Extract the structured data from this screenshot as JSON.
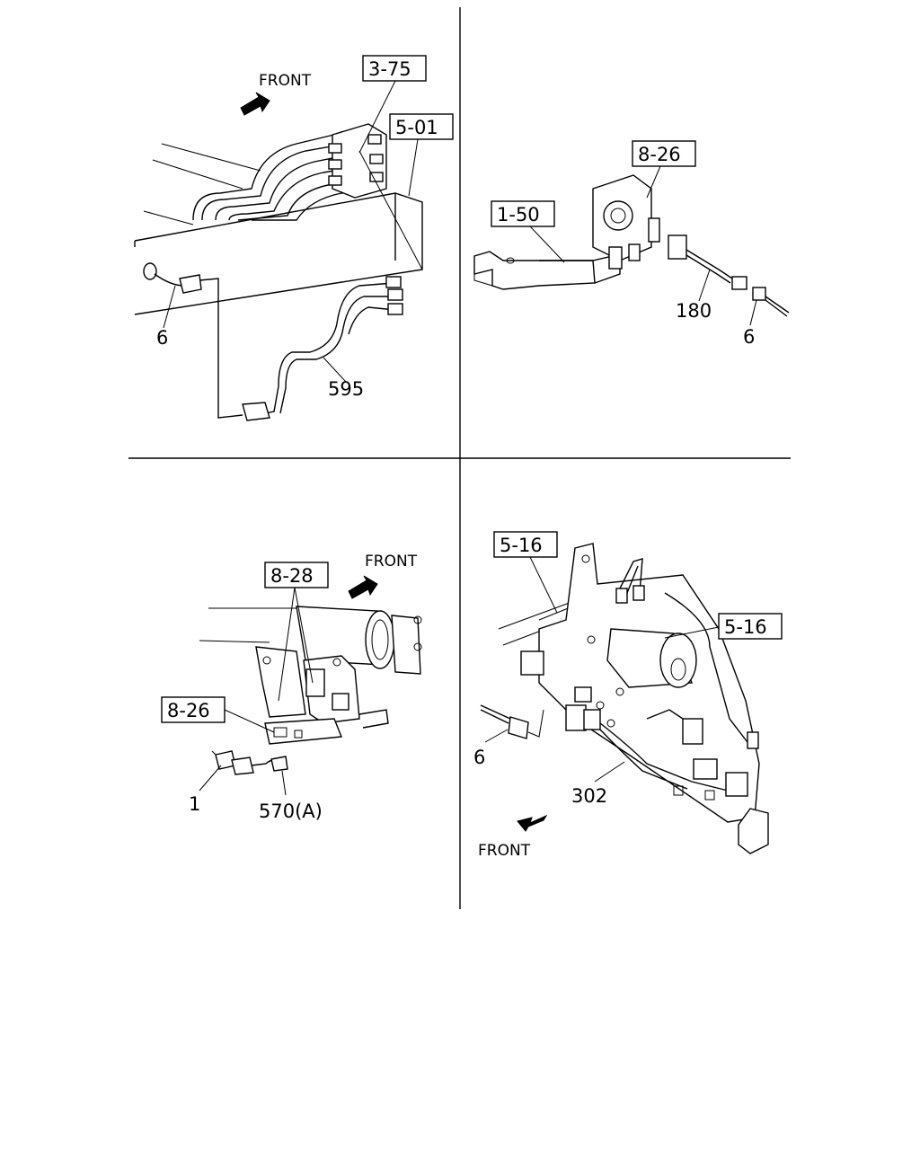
{
  "panels": {
    "top_left": {
      "front": "FRONT",
      "refs": [
        "3-75",
        "5-01"
      ],
      "callouts": [
        "6",
        "595"
      ]
    },
    "top_right": {
      "refs": [
        "8-26",
        "1-50"
      ],
      "callouts": [
        "180",
        "6"
      ]
    },
    "bottom_left": {
      "front": "FRONT",
      "refs": [
        "8-28",
        "8-26"
      ],
      "callouts": [
        "1",
        "570(A)"
      ]
    },
    "bottom_right": {
      "front": "FRONT",
      "refs": [
        "5-16",
        "5-16"
      ],
      "callouts": [
        "6",
        "302"
      ]
    }
  }
}
